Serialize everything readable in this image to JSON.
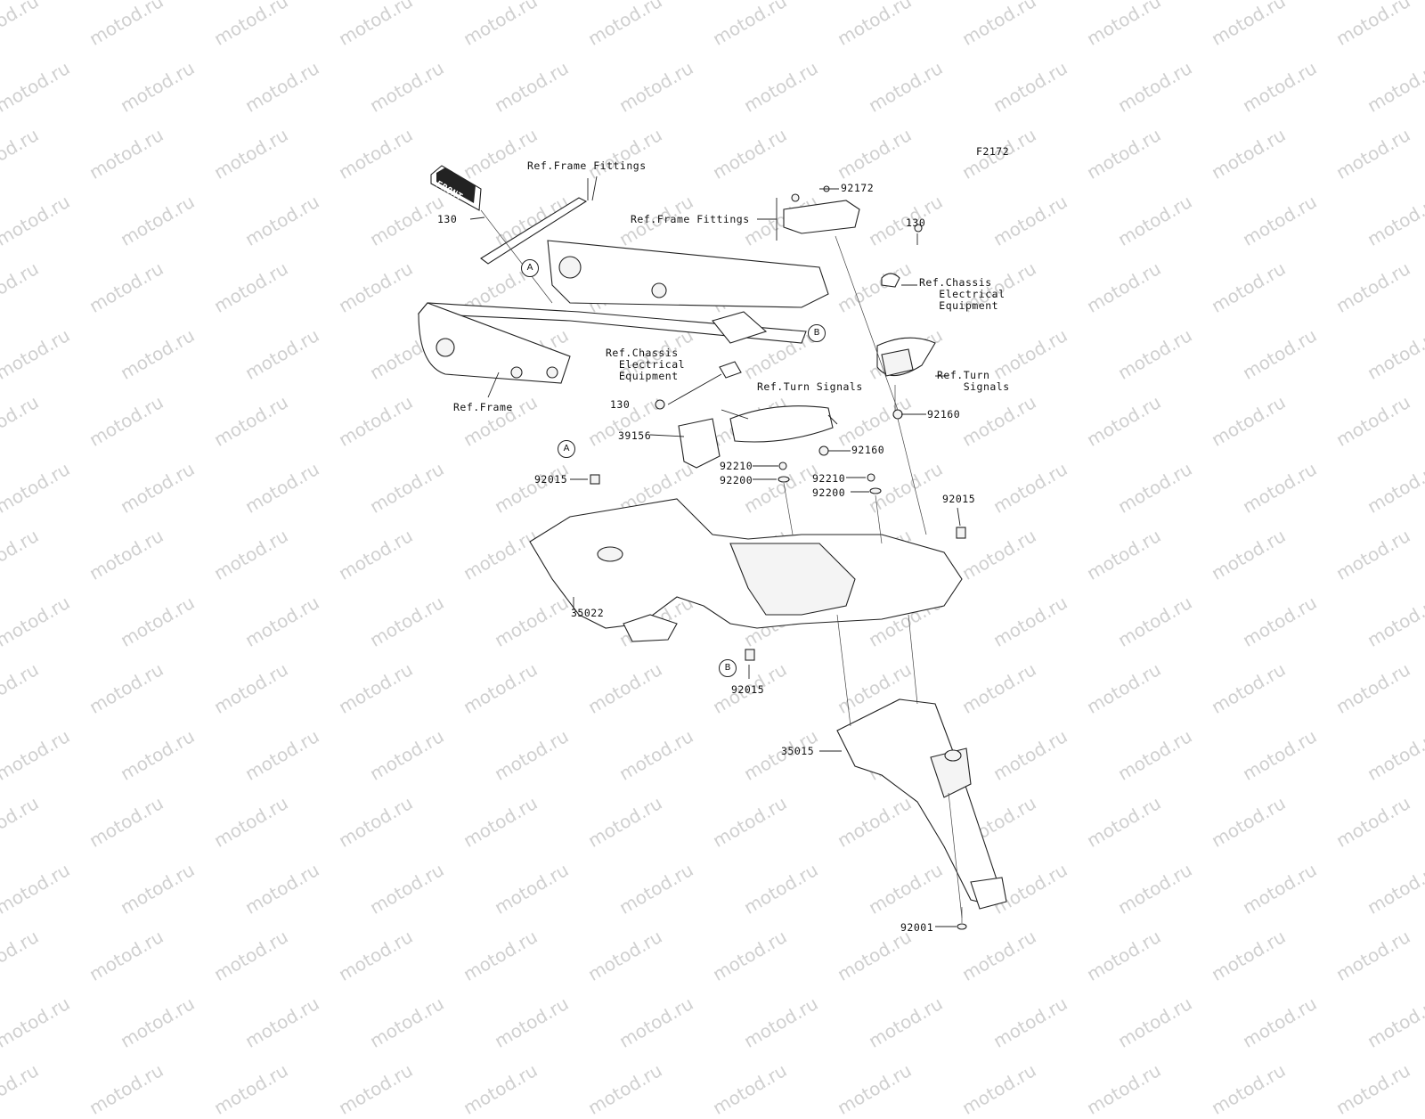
{
  "diagram_code": "F2172",
  "watermark": "motod.ru",
  "front_arrow": "FRONT",
  "labels": {
    "p130_a": "130",
    "ref_frame_fittings_top": "Ref.Frame Fittings",
    "p92172": "92172",
    "ref_frame_fittings_mid": "Ref.Frame Fittings",
    "p130_b": "130",
    "ref_chassis_right": "Ref.Chassis\n   Electrical\n   Equipment",
    "ref_chassis_left": "Ref.Chassis\n  Electrical\n  Equipment",
    "ref_turn_signals_right": "Ref.Turn\n    Signals",
    "ref_turn_signals_center": "Ref.Turn Signals",
    "ref_frame": "Ref.Frame",
    "p130_c": "130",
    "p92160_a": "92160",
    "p39156": "39156",
    "p92160_b": "92160",
    "p92210_a": "92210",
    "p92200_a": "92200",
    "p92210_b": "92210",
    "p92200_b": "92200",
    "p92015_a": "92015",
    "p92015_b": "92015",
    "p35022": "35022",
    "p92015_c": "92015",
    "p35015": "35015",
    "p92001": "92001"
  },
  "callouts": {
    "a_top": "A",
    "b_top": "B",
    "a_bottom": "A",
    "b_bottom": "B"
  }
}
